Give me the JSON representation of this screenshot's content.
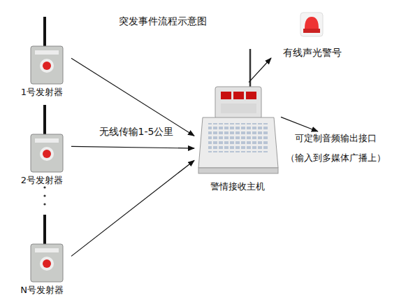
{
  "diagram": {
    "title": "突发事件流程示意图",
    "nodes": [
      {
        "text": [
          "1号发射器"
        ]
      },
      {
        "text": [
          "2号发射器"
        ]
      },
      {
        "text": [
          "N号发射器"
        ]
      },
      {
        "text": [
          "警情接收主机"
        ]
      },
      {
        "text": [
          "有线声光警号"
        ]
      },
      {
        "text": [
          "可定制音频输出接口",
          "（输入到多媒体广播上）"
        ]
      }
    ],
    "edges": [
      {
        "from": 0,
        "to": 3,
        "arrow": "to"
      },
      {
        "from": 1,
        "to": 3,
        "label": "无线传输1-5公里",
        "arrow": "to"
      },
      {
        "from": 2,
        "to": 3,
        "arrow": "to"
      },
      {
        "from": 3,
        "to": 4,
        "arrow": "to"
      },
      {
        "from": 3,
        "to": 5,
        "arrow": "to"
      }
    ]
  }
}
